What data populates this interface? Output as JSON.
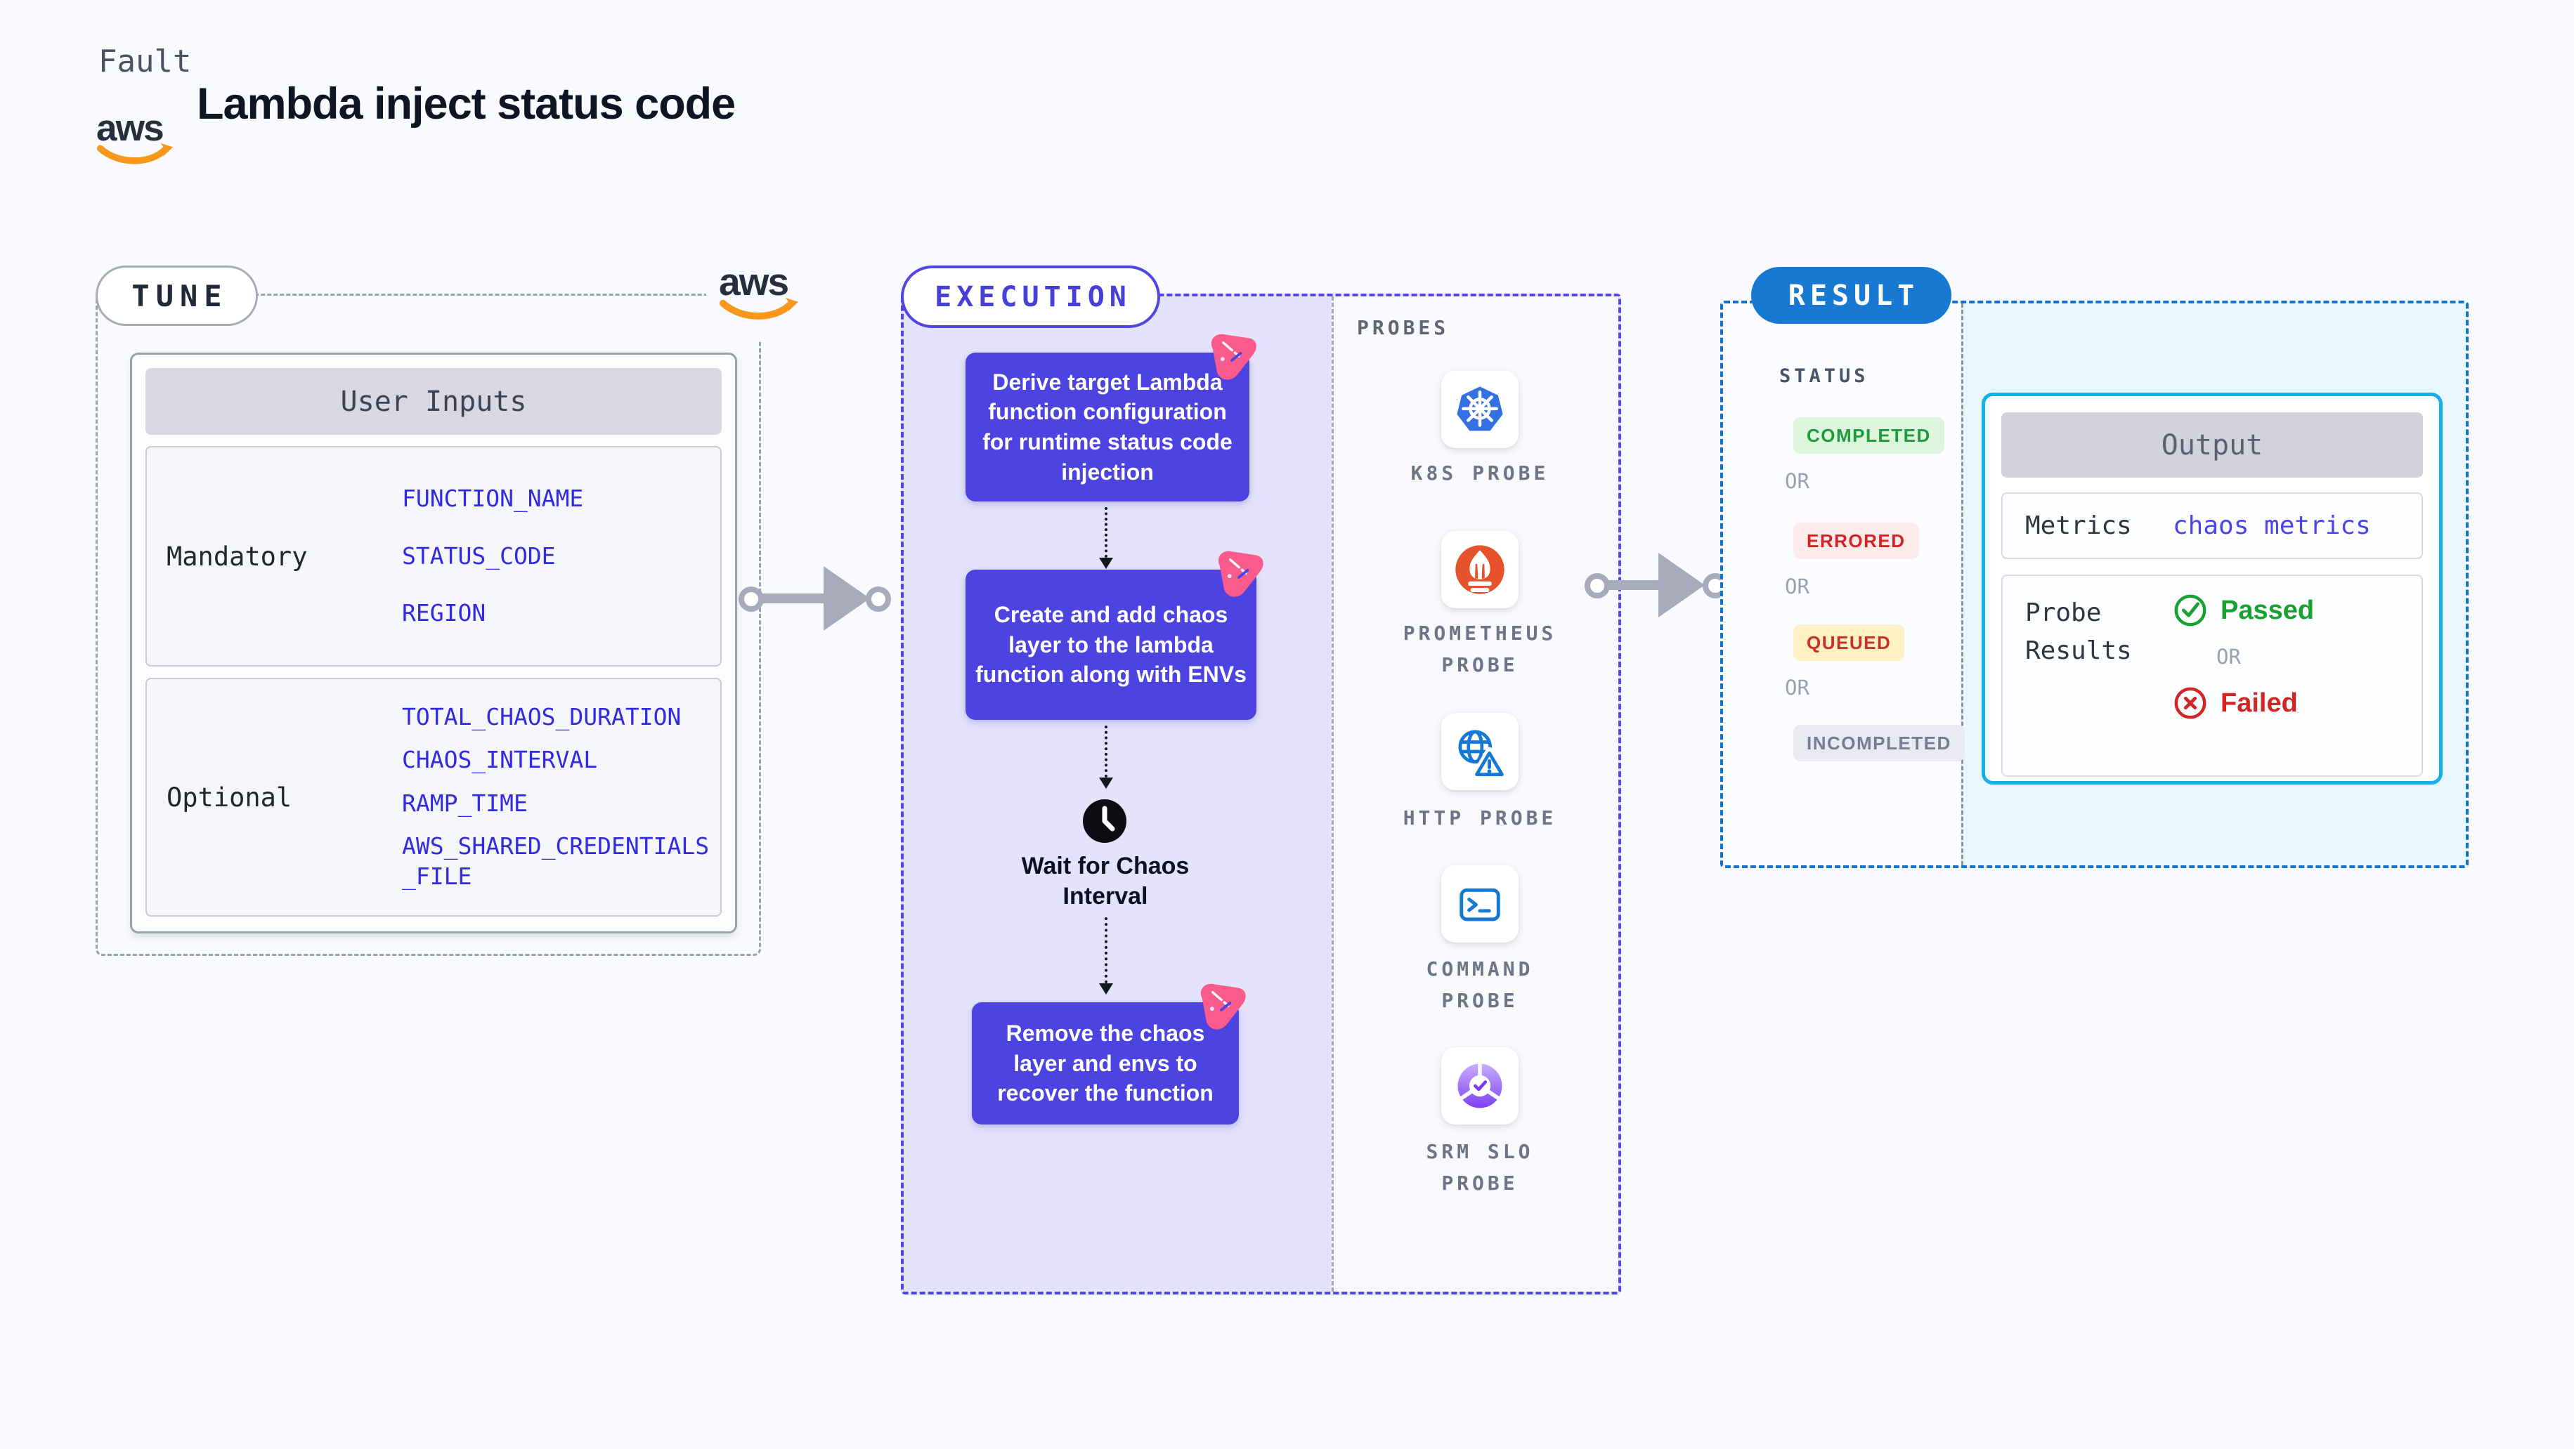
{
  "header": {
    "eyebrow": "Fault",
    "title": "Lambda inject status code",
    "aws_logo_text": "aws"
  },
  "tune": {
    "label": "TUNE",
    "card_header": "User Inputs",
    "groups": [
      {
        "label": "Mandatory",
        "vars": [
          "FUNCTION_NAME",
          "STATUS_CODE",
          "REGION"
        ]
      },
      {
        "label": "Optional",
        "vars": [
          "TOTAL_CHAOS_DURATION",
          "CHAOS_INTERVAL",
          "RAMP_TIME",
          "AWS_SHARED_CREDENTIALS_FILE"
        ]
      }
    ]
  },
  "execution": {
    "label": "EXECUTION",
    "steps": [
      "Derive target Lambda function configuration for runtime status code injection",
      "Create and add chaos layer to the lambda function along with ENVs",
      "Remove the chaos layer and envs to recover the function"
    ],
    "wait_label": "Wait for Chaos Interval",
    "probes": {
      "label": "PROBES",
      "items": [
        {
          "name": "K8S PROBE",
          "icon": "kubernetes-icon"
        },
        {
          "name": "PROMETHEUS PROBE",
          "icon": "prometheus-icon"
        },
        {
          "name": "HTTP PROBE",
          "icon": "http-globe-warning-icon"
        },
        {
          "name": "COMMAND PROBE",
          "icon": "terminal-icon"
        },
        {
          "name": "SRM SLO PROBE",
          "icon": "srm-slo-gauge-icon"
        }
      ]
    }
  },
  "result": {
    "label": "RESULT",
    "status": {
      "label": "STATUS",
      "or": "OR",
      "badges": [
        {
          "text": "COMPLETED",
          "color": "#1e9a3a",
          "bg": "#ddf5dc"
        },
        {
          "text": "ERRORED",
          "color": "#d32525",
          "bg": "#fdeaea"
        },
        {
          "text": "QUEUED",
          "color": "#c92f2f",
          "bg": "#fdf0c2"
        },
        {
          "text": "INCOMPLETED",
          "color": "#757d93",
          "bg": "#e9e9f1"
        }
      ]
    },
    "output": {
      "header": "Output",
      "metrics_label": "Metrics",
      "metrics_value": "chaos metrics",
      "probe_results_label": "Probe Results",
      "passed": "Passed",
      "or": "OR",
      "failed": "Failed"
    }
  },
  "colors": {
    "page_bg": "#f9fafd",
    "indigo_step": "#4c43e0",
    "execution_bg": "#e5e3fb",
    "execution_border": "#4f46e5",
    "tune_border": "#9aa1ae",
    "result_border": "#1273cc",
    "result_bg": "#e8f6fd",
    "result_pill_bg": "#1779d2",
    "output_border": "#16b0e8",
    "env_var_text": "#312ae0",
    "metrics_value_text": "#4a44ef",
    "passed_green": "#17a12e",
    "failed_red": "#d42525",
    "arrow_gray": "#a9abbd",
    "chaos_pink": "#fa5a8c",
    "aws_navy": "#252f3e",
    "aws_orange": "#f7981d"
  }
}
